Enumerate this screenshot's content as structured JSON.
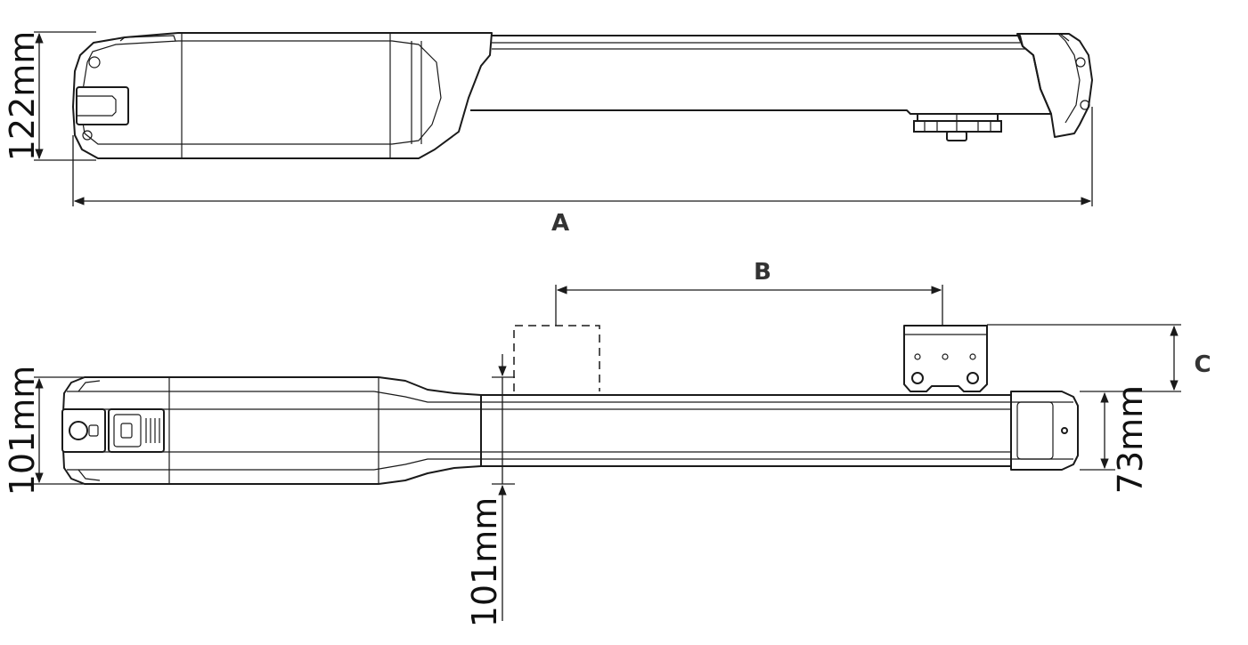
{
  "dimensions": {
    "side_height": "122mm",
    "overall_length": "A",
    "bracket_spacing": "B",
    "bracket_offset": "C",
    "top_width": "101mm",
    "arm_width": "73mm",
    "clearance": "101mm"
  },
  "colors": {
    "line": "#1a1a1a",
    "label": "#333333"
  }
}
